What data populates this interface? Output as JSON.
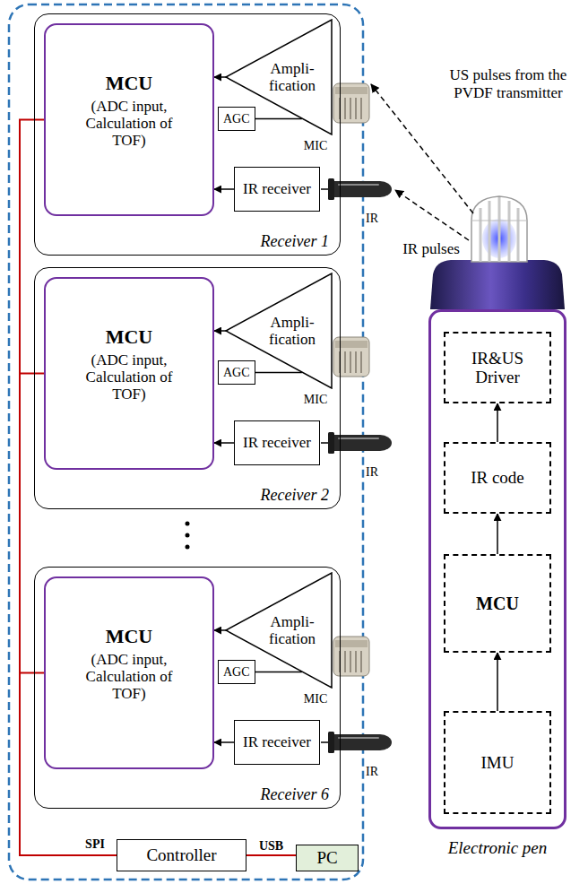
{
  "diagram": {
    "nodes": [
      {
        "text": [
          "Receiver 1"
        ]
      },
      {
        "text": [
          "MCU",
          "(ADC input, Calculation of TOF)"
        ],
        "in": 0
      },
      {
        "text": [
          "Ampli- fication"
        ],
        "in": 0
      },
      {
        "text": [
          "AGC"
        ],
        "in": 0
      },
      {
        "text": [
          "IR receiver"
        ],
        "in": 0
      },
      {
        "text": [
          "Receiver 2"
        ]
      },
      {
        "text": [
          "MCU",
          "(ADC input, Calculation of TOF)"
        ],
        "in": 5
      },
      {
        "text": [
          "Ampli- fication"
        ],
        "in": 5
      },
      {
        "text": [
          "AGC"
        ],
        "in": 5
      },
      {
        "text": [
          "IR receiver"
        ],
        "in": 5
      },
      {
        "text": [
          "Receiver 6"
        ]
      },
      {
        "text": [
          "MCU",
          "(ADC input, Calculation of TOF)"
        ],
        "in": 10
      },
      {
        "text": [
          "Ampli- fication"
        ],
        "in": 10
      },
      {
        "text": [
          "AGC"
        ],
        "in": 10
      },
      {
        "text": [
          "IR receiver"
        ],
        "in": 10
      },
      {
        "text": [
          "Controller"
        ]
      },
      {
        "text": [
          "PC"
        ]
      },
      {
        "text": [
          "Electronic pen"
        ]
      },
      {
        "text": [
          "IR&US Driver"
        ],
        "in": 17
      },
      {
        "text": [
          "IR code"
        ],
        "in": 17
      },
      {
        "text": [
          "MCU"
        ],
        "in": 17
      },
      {
        "text": [
          "IMU"
        ],
        "in": 17
      }
    ],
    "edges": [
      {
        "from": 2,
        "to": 1,
        "arrow": "to"
      },
      {
        "from": 3,
        "to": 2,
        "arrow": "none"
      },
      {
        "from": 4,
        "to": 1,
        "arrow": "to"
      },
      {
        "from": 7,
        "to": 6,
        "arrow": "to"
      },
      {
        "from": 8,
        "to": 7,
        "arrow": "none"
      },
      {
        "from": 9,
        "to": 6,
        "arrow": "to"
      },
      {
        "from": 12,
        "to": 11,
        "arrow": "to"
      },
      {
        "from": 13,
        "to": 12,
        "arrow": "none"
      },
      {
        "from": 14,
        "to": 11,
        "arrow": "to"
      },
      {
        "from": 1,
        "to": 15,
        "arrow": "none"
      },
      {
        "from": 6,
        "to": 15,
        "arrow": "none"
      },
      {
        "from": 11,
        "to": 15,
        "arrow": "none"
      },
      {
        "from": 15,
        "to": 16,
        "label": "USB",
        "arrow": "none"
      },
      {
        "from": 21,
        "to": 20,
        "arrow": "to"
      },
      {
        "from": 20,
        "to": 19,
        "arrow": "to"
      },
      {
        "from": 19,
        "to": 18,
        "arrow": "to"
      }
    ],
    "labels": [
      "US pulses from the PVDF transmitter",
      "IR pulses",
      "MIC",
      "IR",
      "MIC",
      "IR",
      "MIC",
      "IR",
      "SPI"
    ]
  }
}
